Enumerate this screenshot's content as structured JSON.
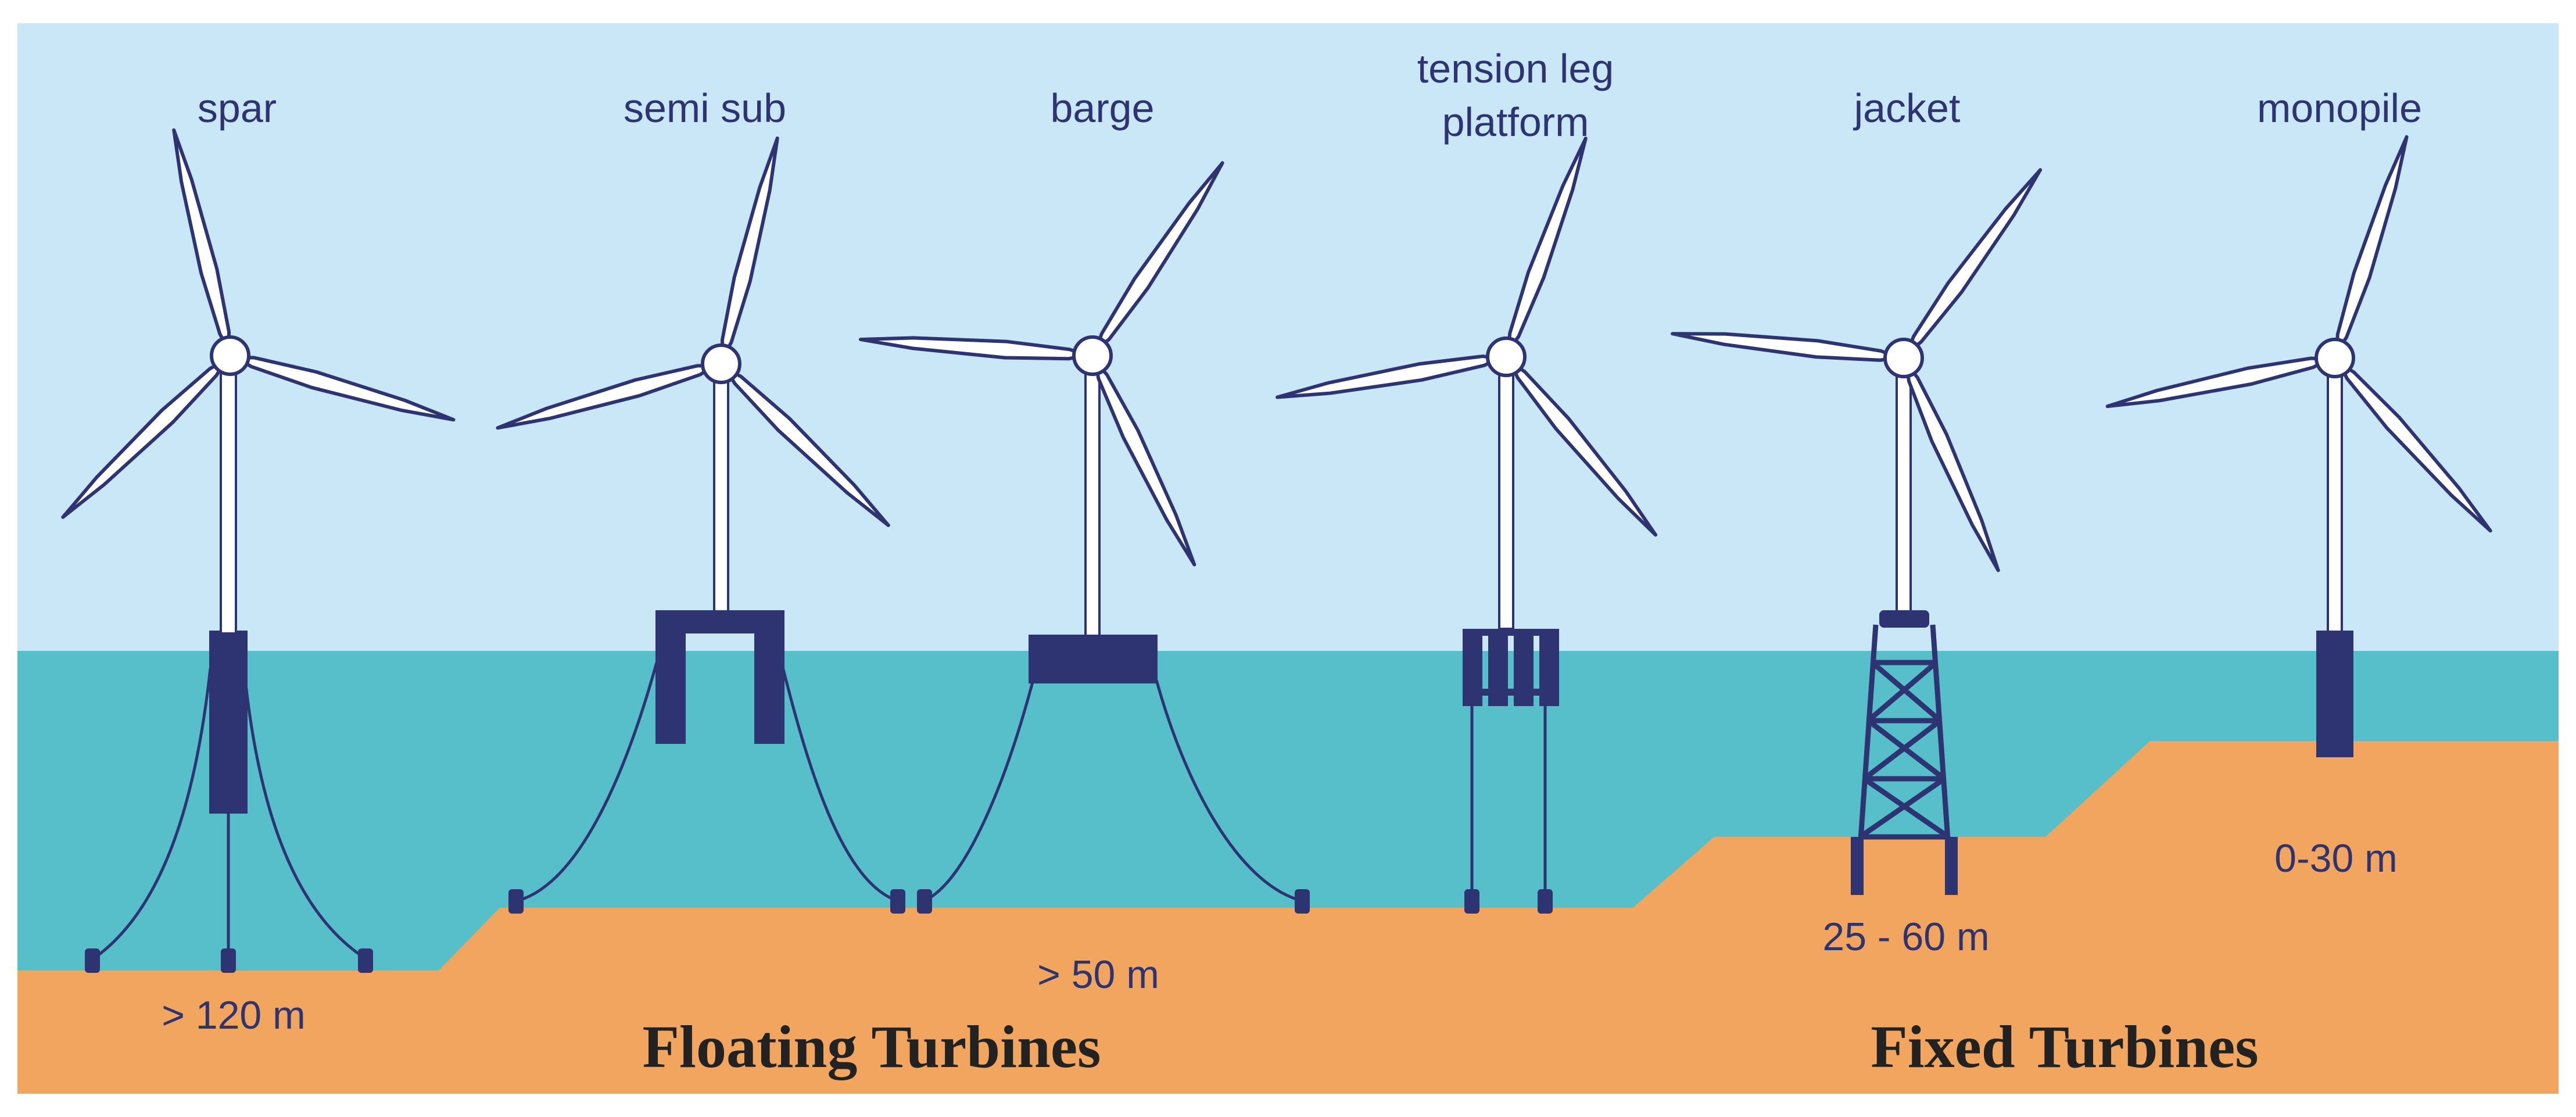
{
  "colors": {
    "sky": "#c9e7f6",
    "sea": "#56bfca",
    "seabed": "#f2a55e",
    "structure": "#2e3472",
    "tower": "#ffffff",
    "blade_outline": "#2e3472"
  },
  "turbines": [
    {
      "key": "spar",
      "label": "spar",
      "depth": "> 120 m"
    },
    {
      "key": "semi-sub",
      "label": "semi sub",
      "depth": ""
    },
    {
      "key": "barge",
      "label": "barge",
      "depth": "> 50 m"
    },
    {
      "key": "tlp",
      "label_line1": "tension leg",
      "label_line2": "platform",
      "depth": ""
    },
    {
      "key": "jacket",
      "label": "jacket",
      "depth": "25 - 60 m"
    },
    {
      "key": "monopile",
      "label": "monopile",
      "depth": "0-30 m"
    }
  ],
  "groups": {
    "floating": "Floating Turbines",
    "fixed": "Fixed Turbines"
  }
}
